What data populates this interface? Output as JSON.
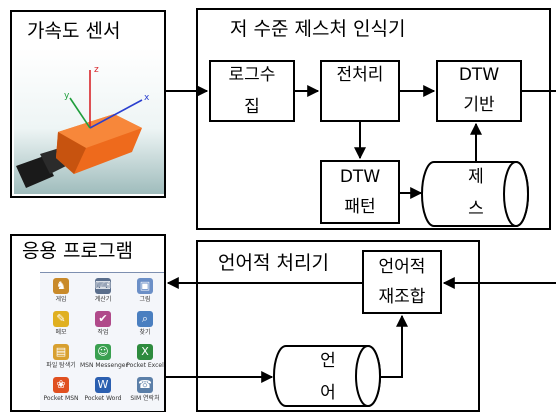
{
  "blocks": {
    "sensor": {
      "label": "가속도 센서"
    },
    "recognizer": {
      "label": "저 수준 제스처 인식기",
      "collect": {
        "line1": "로그수",
        "line2": "집"
      },
      "preprocess": {
        "label": "전처리"
      },
      "dtw_based": {
        "line1": "DTW",
        "line2": "기반"
      },
      "dtw_pattern": {
        "line1": "DTW",
        "line2": "패턴"
      },
      "gesture_db": {
        "line1": "제",
        "line2": "스"
      }
    },
    "app": {
      "label": "응용 프로그램"
    },
    "language": {
      "label": "언어적 처리기",
      "combine": {
        "line1": "언어적",
        "line2": "재조합"
      },
      "language_db": {
        "line1": "언",
        "line2": "어"
      }
    }
  },
  "sensor_axes": {
    "x": "x",
    "y": "y",
    "z": "z"
  },
  "app_icons": [
    {
      "caption": "게임",
      "icon": "game-icon",
      "color": "#c98a2a"
    },
    {
      "caption": "계산기",
      "icon": "calculator-icon",
      "color": "#5a6e8c"
    },
    {
      "caption": "그림",
      "icon": "picture-icon",
      "color": "#6b8fc7"
    },
    {
      "caption": "메모",
      "icon": "notes-icon",
      "color": "#e0b020"
    },
    {
      "caption": "작업",
      "icon": "tasks-icon",
      "color": "#b04a8a"
    },
    {
      "caption": "찾기",
      "icon": "search-icon",
      "color": "#4a7fc0"
    },
    {
      "caption": "파일 탐색기",
      "icon": "folder-icon",
      "color": "#d8a030"
    },
    {
      "caption": "MSN Messenger",
      "icon": "messenger-icon",
      "color": "#3aa050"
    },
    {
      "caption": "Pocket Excel",
      "icon": "excel-icon",
      "color": "#2e8b3e"
    },
    {
      "caption": "Pocket MSN",
      "icon": "msn-icon",
      "color": "#e05020"
    },
    {
      "caption": "Pocket Word",
      "icon": "word-icon",
      "color": "#2b5fb0"
    },
    {
      "caption": "SIM 연락처",
      "icon": "contacts-icon",
      "color": "#5b7fa8"
    }
  ]
}
